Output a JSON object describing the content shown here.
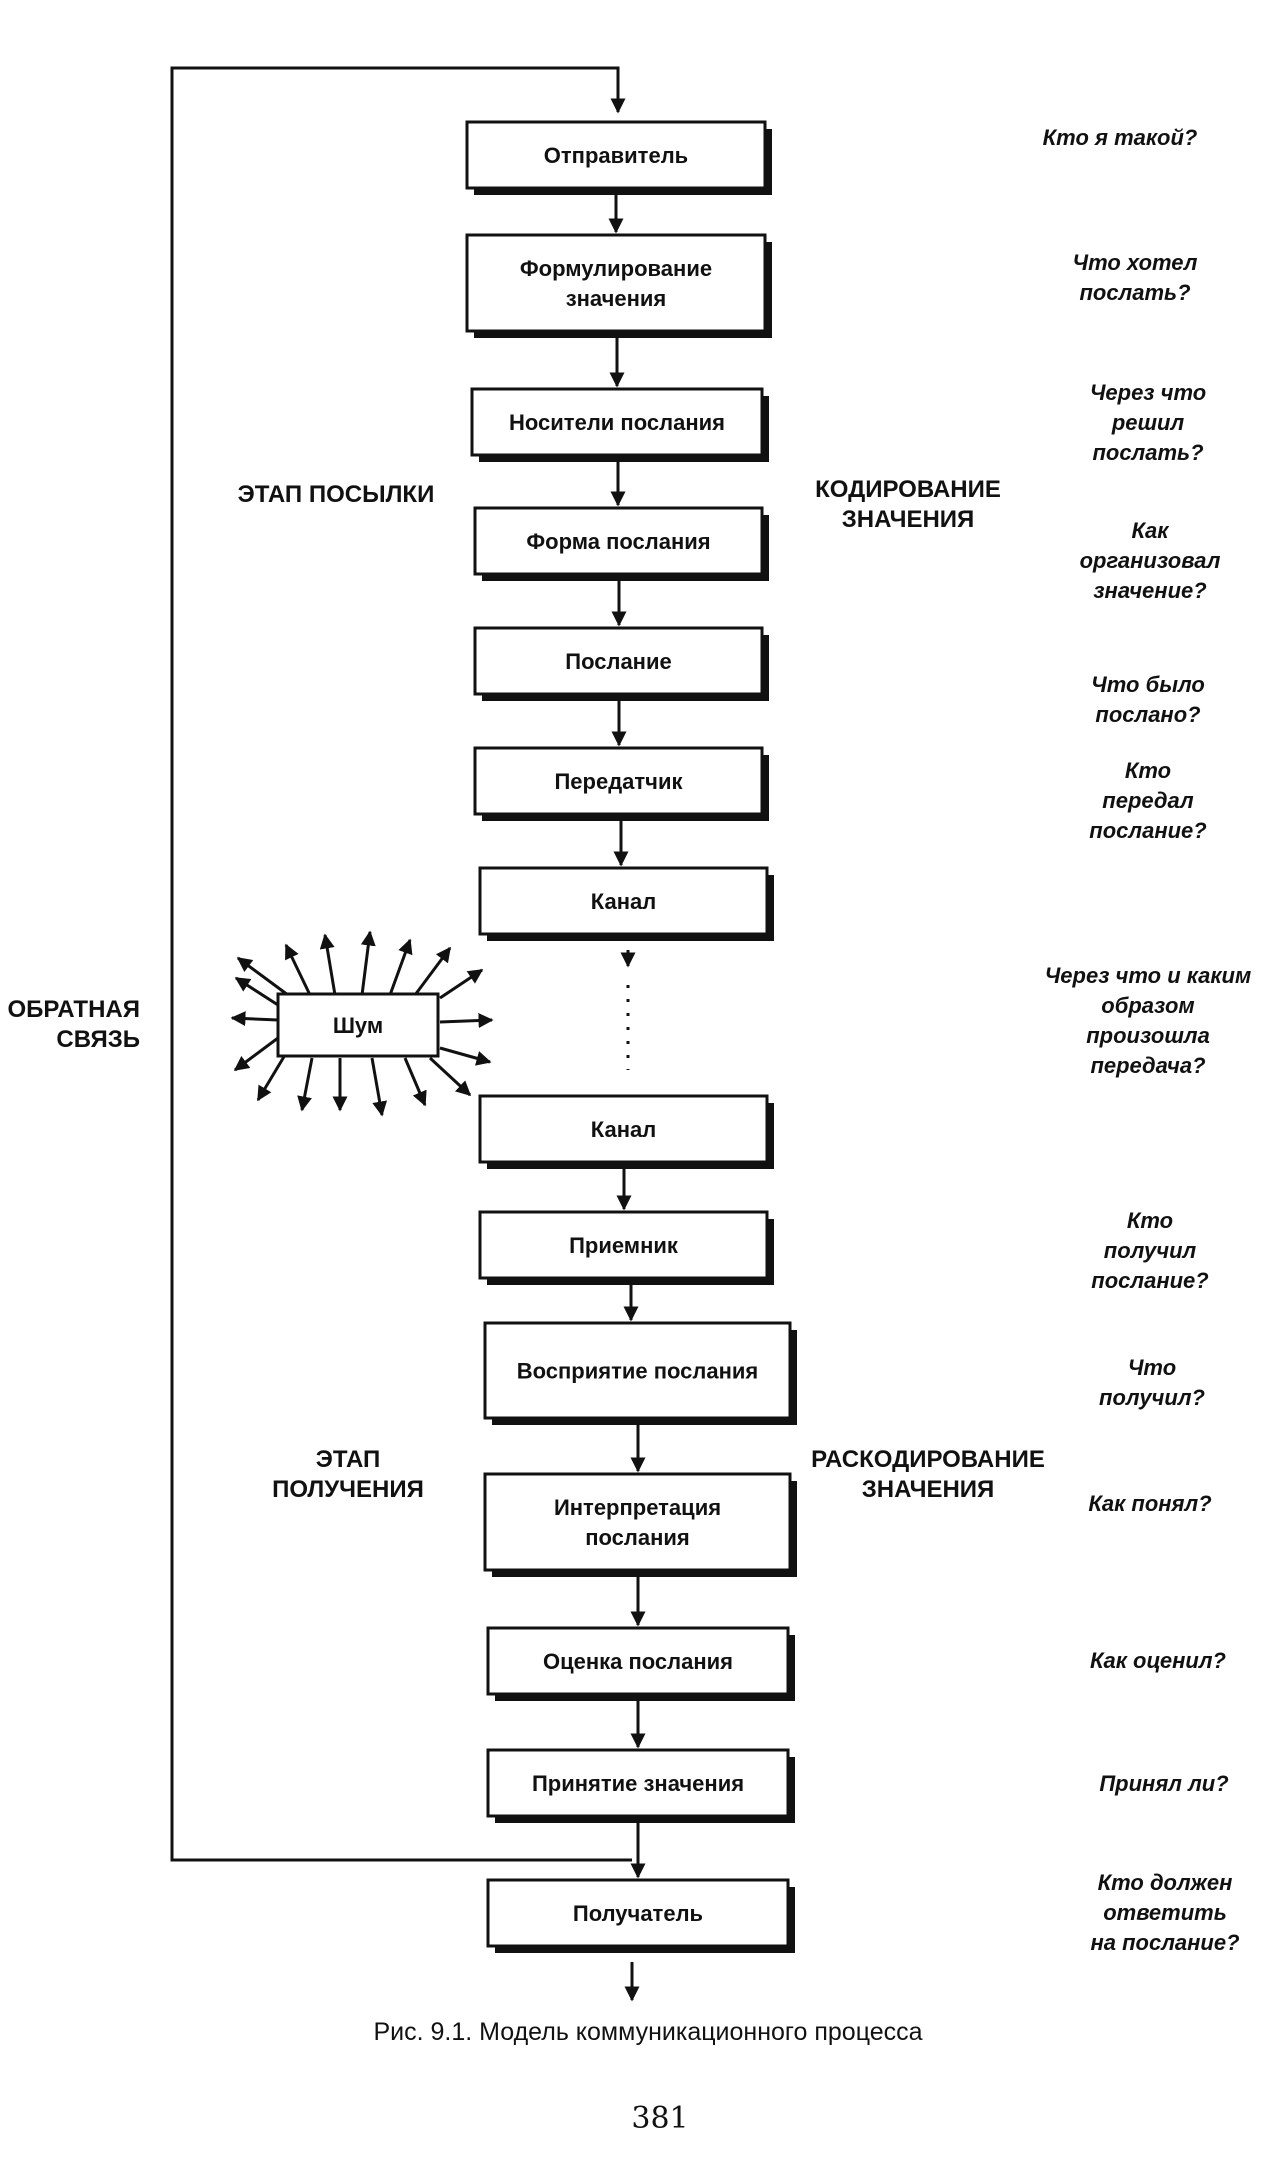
{
  "boxes": [
    {
      "id": "sender",
      "lines": [
        "Отправитель"
      ]
    },
    {
      "id": "meaning-formulation",
      "lines": [
        "Формулирование",
        "значения"
      ]
    },
    {
      "id": "message-carriers",
      "lines": [
        "Носители послания"
      ]
    },
    {
      "id": "message-form",
      "lines": [
        "Форма послания"
      ]
    },
    {
      "id": "message",
      "lines": [
        "Послание"
      ]
    },
    {
      "id": "transmitter",
      "lines": [
        "Передатчик"
      ]
    },
    {
      "id": "channel-top",
      "lines": [
        "Канал"
      ]
    },
    {
      "id": "channel-bottom",
      "lines": [
        "Канал"
      ]
    },
    {
      "id": "receiver-device",
      "lines": [
        "Приемник"
      ]
    },
    {
      "id": "message-perception",
      "lines": [
        "Восприятие послания"
      ]
    },
    {
      "id": "message-interpretation",
      "lines": [
        "Интерпретация",
        "послания"
      ]
    },
    {
      "id": "message-evaluation",
      "lines": [
        "Оценка послания"
      ]
    },
    {
      "id": "meaning-acceptance",
      "lines": [
        "Принятие значения"
      ]
    },
    {
      "id": "recipient",
      "lines": [
        "Получатель"
      ]
    }
  ],
  "noise_label": "Шум",
  "stages": {
    "sending": [
      "ЭТАП ПОСЫЛКИ"
    ],
    "receiving": [
      "ЭТАП",
      "ПОЛУЧЕНИЯ"
    ],
    "encoding": [
      "КОДИРОВАНИЕ",
      "ЗНАЧЕНИЯ"
    ],
    "decoding": [
      "РАСКОДИРОВАНИЕ",
      "ЗНАЧЕНИЯ"
    ],
    "feedback": [
      "ОБРАТНАЯ",
      "СВЯЗЬ"
    ]
  },
  "questions": [
    {
      "id": "q-who-am-i",
      "lines": [
        "Кто я такой?"
      ]
    },
    {
      "id": "q-what-send",
      "lines": [
        "Что хотел",
        "послать?"
      ]
    },
    {
      "id": "q-through-what",
      "lines": [
        "Через что",
        "решил",
        "послать?"
      ]
    },
    {
      "id": "q-how-organized",
      "lines": [
        "Как",
        "организовал",
        "значение?"
      ]
    },
    {
      "id": "q-what-sent",
      "lines": [
        "Что было",
        "послано?"
      ]
    },
    {
      "id": "q-who-transmitted",
      "lines": [
        "Кто",
        "передал",
        "послание?"
      ]
    },
    {
      "id": "q-how-transmitted",
      "lines": [
        "Через что и каким",
        "образом",
        "произошла",
        "передача?"
      ]
    },
    {
      "id": "q-who-received",
      "lines": [
        "Кто",
        "получил",
        "послание?"
      ]
    },
    {
      "id": "q-what-received",
      "lines": [
        "Что",
        "получил?"
      ]
    },
    {
      "id": "q-how-understood",
      "lines": [
        "Как понял?"
      ]
    },
    {
      "id": "q-how-evaluated",
      "lines": [
        "Как оценил?"
      ]
    },
    {
      "id": "q-accepted",
      "lines": [
        "Принял ли?"
      ]
    },
    {
      "id": "q-who-responds",
      "lines": [
        "Кто должен",
        "ответить",
        "на послание?"
      ]
    }
  ],
  "caption": "Рис. 9.1. Модель коммуникационного процесса",
  "page_number": "381"
}
